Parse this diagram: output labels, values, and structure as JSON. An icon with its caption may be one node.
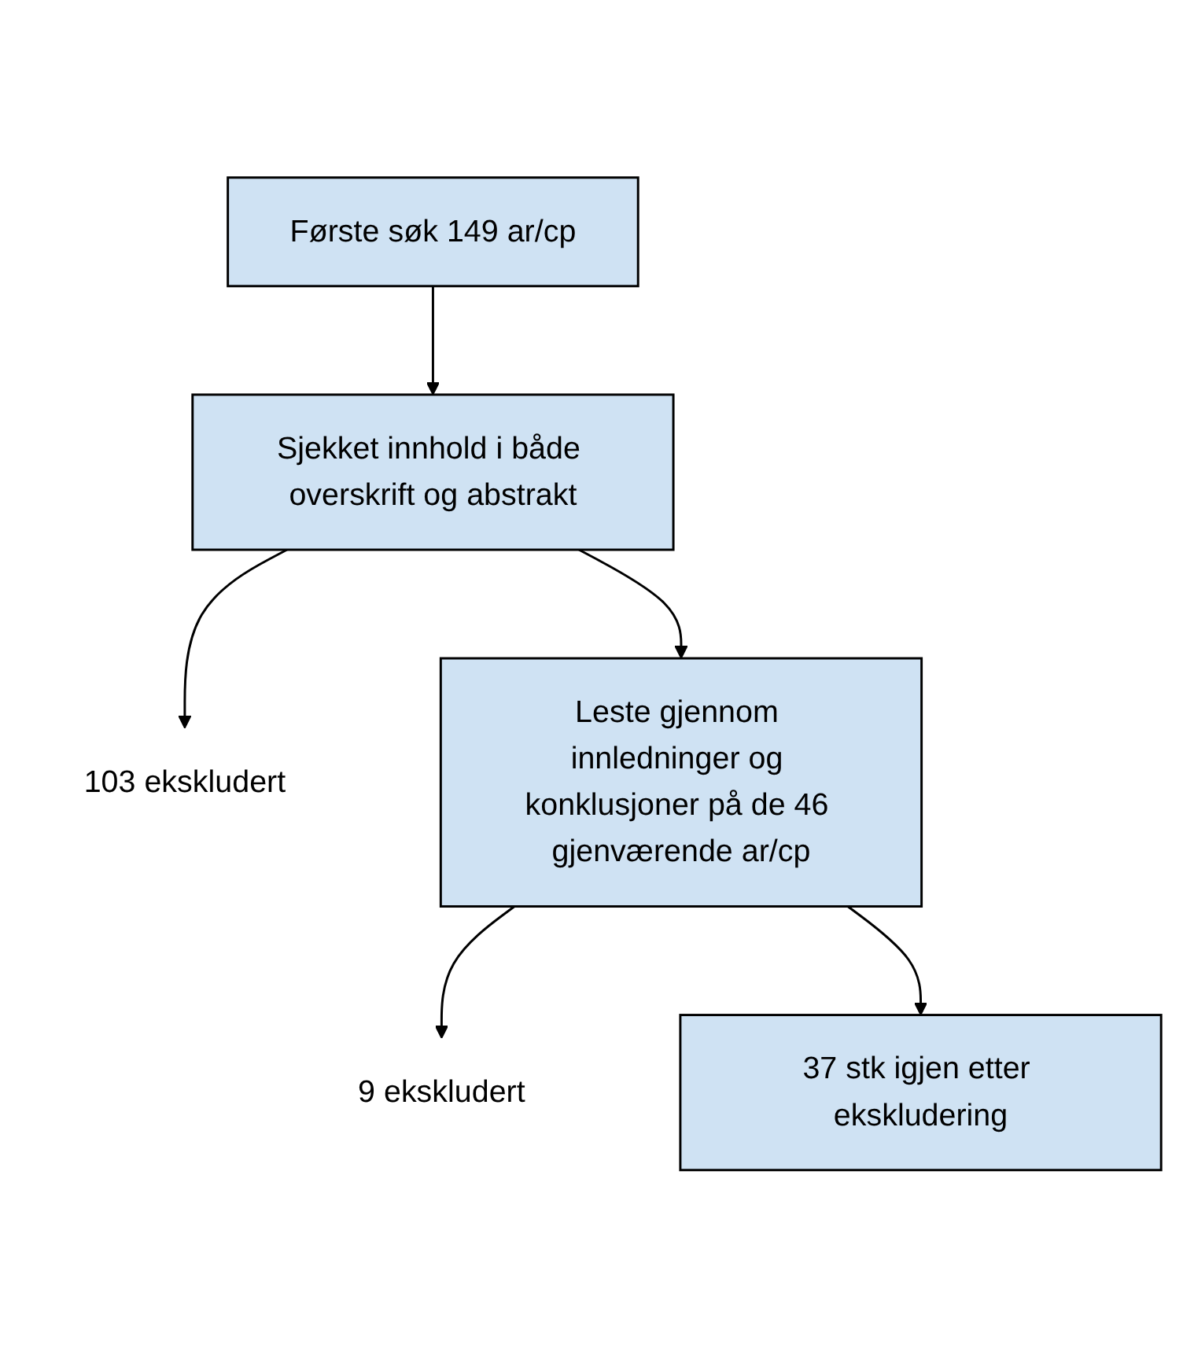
{
  "diagram": {
    "nodes": [
      {
        "text": [
          "Første søk 149 ar/cp"
        ]
      },
      {
        "text": [
          "Sjekket innhold i både overskrift og abstrakt"
        ]
      },
      {
        "text": [
          "103 ekskludert"
        ]
      },
      {
        "text": [
          "Leste gjennom innledninger og konklusjoner på de 46 gjenværende ar/cp"
        ]
      },
      {
        "text": [
          "9 ekskludert"
        ]
      },
      {
        "text": [
          "37 stk igjen etter ekskludering"
        ]
      }
    ],
    "edges": [
      {
        "from": 0,
        "to": 1,
        "arrow": "to"
      },
      {
        "from": 1,
        "to": 2,
        "arrow": "to"
      },
      {
        "from": 1,
        "to": 3,
        "arrow": "to"
      },
      {
        "from": 3,
        "to": 4,
        "arrow": "to"
      },
      {
        "from": 3,
        "to": 5,
        "arrow": "to"
      }
    ]
  }
}
